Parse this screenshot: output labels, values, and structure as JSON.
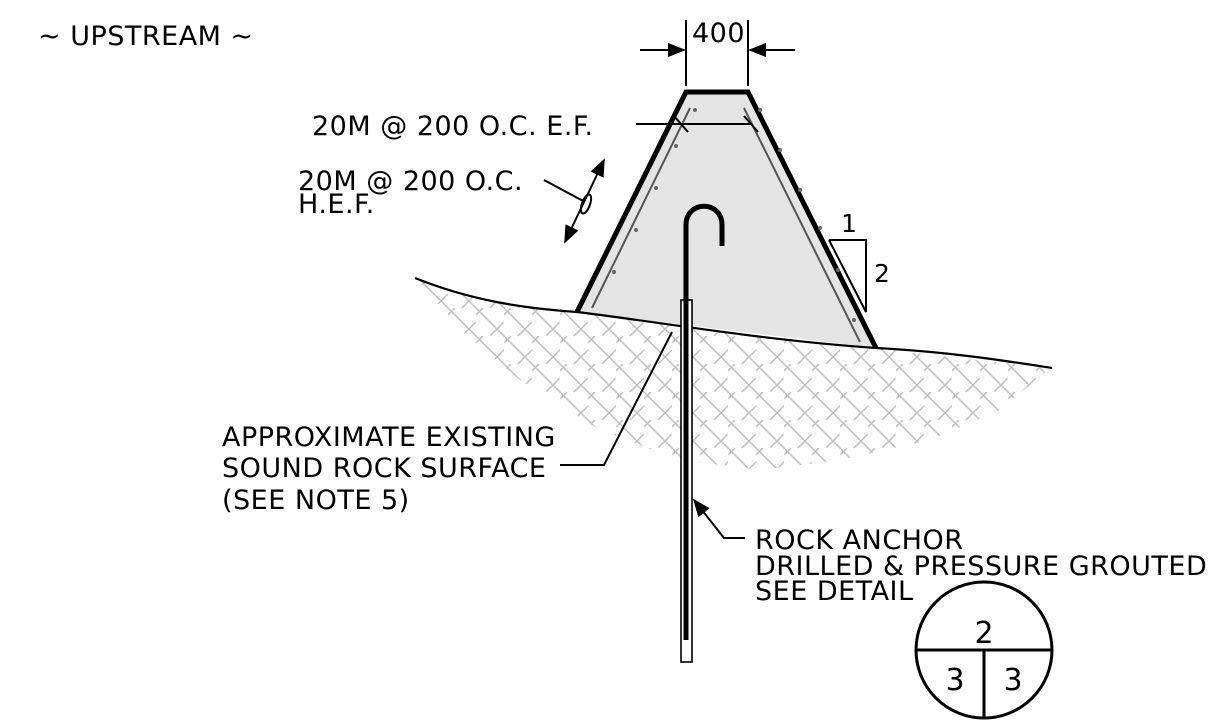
{
  "view_label": "~ UPSTREAM ~",
  "dimensions": {
    "top_width": "400",
    "slope_run": "1",
    "slope_rise": "2"
  },
  "rebar": {
    "vertical": "20M @ 200 O.C. E.F.",
    "horizontal_line1": "20M @ 200 O.C.",
    "horizontal_line2": "H.E.F."
  },
  "rock_surface_note": {
    "line1": "APPROXIMATE EXISTING",
    "line2": "SOUND ROCK SURFACE",
    "line3": "(SEE NOTE 5)"
  },
  "rock_anchor_note": {
    "line1": "ROCK ANCHOR",
    "line2": "DRILLED & PRESSURE GROUTED",
    "line3": "SEE DETAIL"
  },
  "detail_callout": {
    "detail_number": "2",
    "sheet_left": "3",
    "sheet_right": "3"
  }
}
